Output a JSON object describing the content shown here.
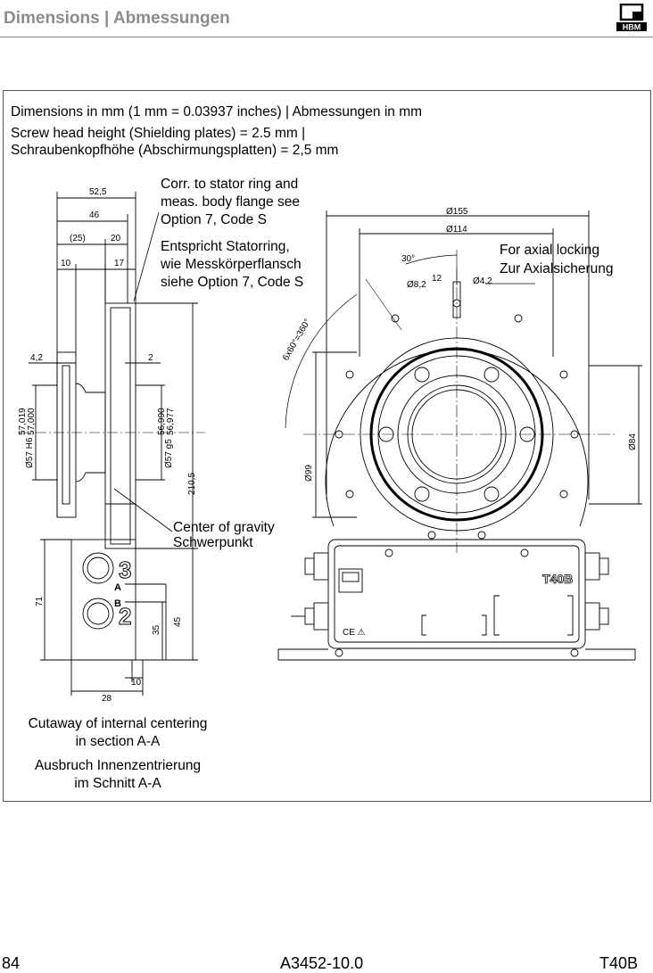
{
  "header": {
    "title": "Dimensions | Abmessungen",
    "logo_text": "HBM"
  },
  "box": {
    "line1": "Dimensions in mm (1 mm = 0.03937 inches) | Abmessungen in mm",
    "line2": "Screw head height (Shielding plates) = 2.5 mm |",
    "line3": "Schraubenkopfhöhe (Abschirmungsplatten) = 2,5 mm"
  },
  "callouts": {
    "corr": [
      "Corr. to stator ring and",
      "meas. body flange see",
      "Option 7, Code S"
    ],
    "entspricht": [
      "Entspricht Statorring,",
      "wie Messkörperflansch",
      "siehe Option 7, Code S"
    ],
    "axial": [
      "For axial locking",
      "Zur Axialsicherung"
    ],
    "gravity": [
      "Center of gravity",
      "Schwerpunkt"
    ],
    "cutaway_en": [
      "Cutaway of internal centering",
      "in section A-A"
    ],
    "cutaway_de": [
      "Ausbruch Innenzentrierung",
      "im Schnitt A-A"
    ]
  },
  "dims": {
    "d52_5": "52,5",
    "d46": "46",
    "d25": "(25)",
    "d20": "20",
    "d10": "10",
    "d17": "17",
    "d4_2": "4,2",
    "d2": "2",
    "d210_5": "210,5",
    "d71": "71",
    "d35": "35",
    "d45": "45",
    "d10b": "10",
    "d28": "28",
    "fit_h6": "Ø57 H6",
    "fit_h6_tol1": "57,019",
    "fit_h6_tol2": "57,000",
    "fit_g5": "Ø57 g5",
    "fit_g5_tol1": "56,990",
    "fit_g5_tol2": "56,977",
    "dia155": "Ø155",
    "dia114": "Ø114",
    "dia8_2": "Ø8,2",
    "c12": "12",
    "dia4_2": "Ø4,2",
    "ang30": "30°",
    "ang60": "6x60°=360°",
    "dia99": "Ø99",
    "dia84": "Ø84",
    "conn3": "3",
    "conn2": "2",
    "conn_a": "A",
    "conn_b": "B",
    "model": "T40B",
    "ce": "CE ⚠"
  },
  "footer": {
    "page": "84",
    "doc": "A3452-10.0",
    "product": "T40B"
  }
}
